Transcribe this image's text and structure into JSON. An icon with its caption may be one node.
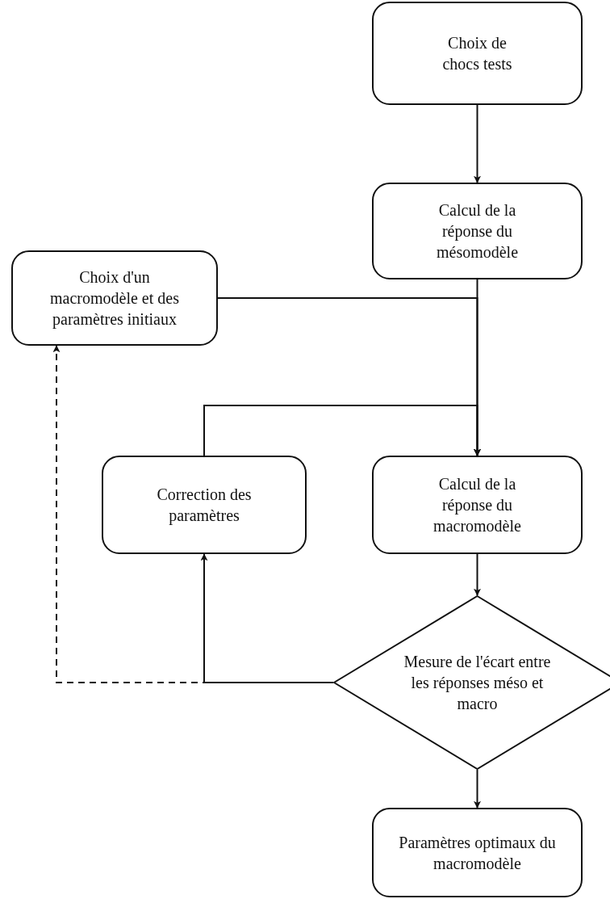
{
  "diagram": {
    "nodes": [
      {
        "text": [
          "Choix de chocs tests"
        ]
      },
      {
        "text": [
          "Calcul de la réponse du mésomodèle"
        ]
      },
      {
        "text": [
          "Choix d'un macromodèle et des paramètres initiaux"
        ]
      },
      {
        "text": [
          "Correction des paramètres"
        ]
      },
      {
        "text": [
          "Calcul de la réponse du macromodèle"
        ]
      },
      {
        "text": [
          "Mesure de l'écart entre les réponses méso et macro"
        ]
      },
      {
        "text": [
          "Paramètres optimaux du macromodèle"
        ]
      }
    ],
    "edges": [
      {
        "from": 0,
        "to": 1,
        "arrow": "to"
      },
      {
        "from": 1,
        "to": 4,
        "arrow": "to"
      },
      {
        "from": 2,
        "to": 4,
        "arrow": "to"
      },
      {
        "from": 3,
        "to": 4,
        "arrow": "to"
      },
      {
        "from": 4,
        "to": 5,
        "arrow": "to"
      },
      {
        "from": 5,
        "to": 3,
        "arrow": "to"
      },
      {
        "from": 5,
        "to": 2,
        "arrow": "to",
        "style": "dashed"
      },
      {
        "from": 5,
        "to": 6,
        "arrow": "to"
      }
    ]
  }
}
